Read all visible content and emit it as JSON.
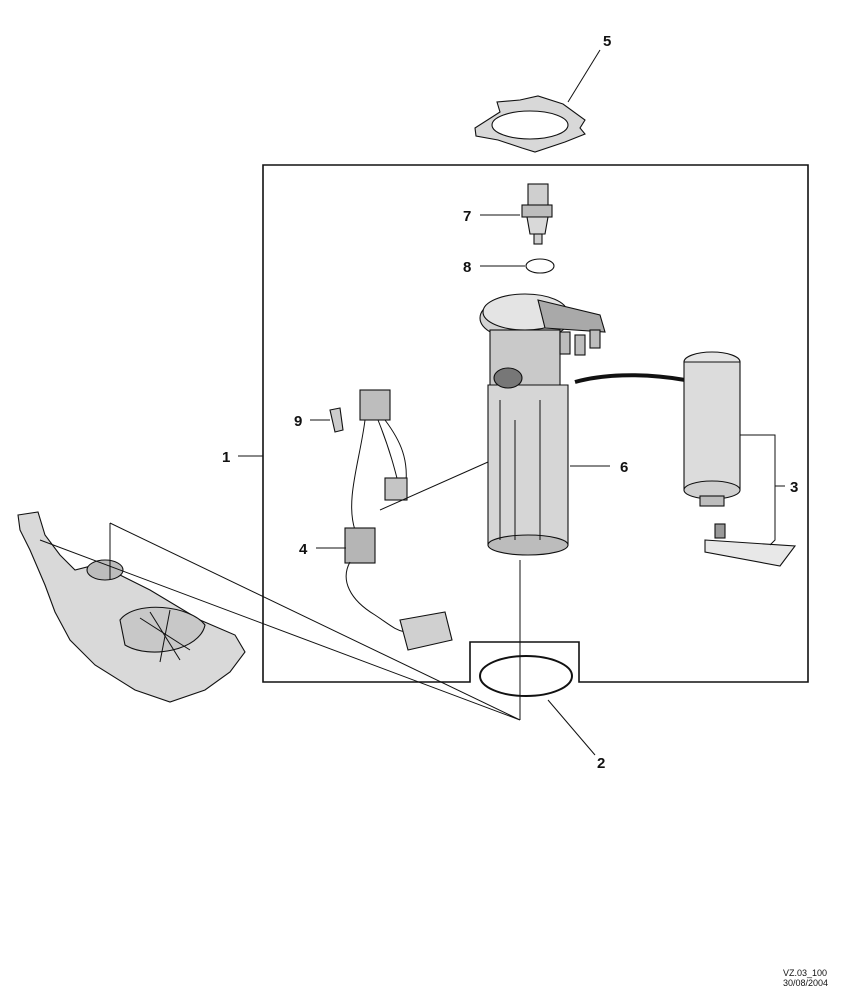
{
  "callouts": {
    "c1": "1",
    "c2": "2",
    "c3": "3",
    "c4": "4",
    "c5": "5",
    "c6": "6",
    "c7": "7",
    "c8": "8",
    "c9": "9"
  },
  "reference": {
    "code": "VZ.03_100",
    "date": "30/08/2004"
  }
}
